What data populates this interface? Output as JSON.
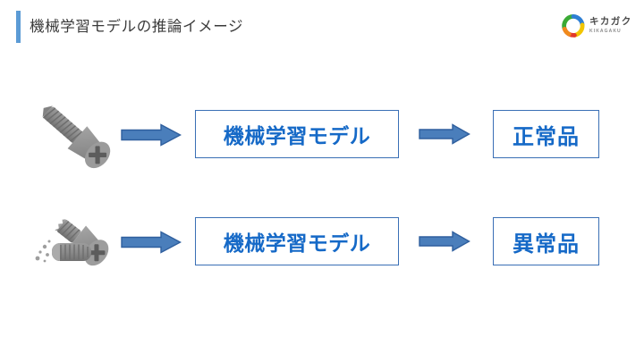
{
  "header": {
    "title": "機械学習モデルの推論イメージ",
    "accent_color": "#5B9BD5",
    "title_color": "#3a3a3a"
  },
  "logo": {
    "name": "kikagaku-logo",
    "text_jp": "キカガク",
    "text_en": "KIKAGAKU",
    "mark_colors": {
      "green": "#3AAA35",
      "blue": "#2E7FD4",
      "red": "#E2372B",
      "orange": "#F08A1D",
      "yellow": "#F2C500"
    }
  },
  "theme": {
    "background": "#ffffff",
    "box_border": "#3A6FB5",
    "box_text": "#1569C7",
    "arrow_fill": "#4A7EBB",
    "arrow_stroke": "#2F5F9E",
    "screw_gray": "#8c8c8c"
  },
  "flow": {
    "rows": [
      {
        "id": "normal",
        "input_icon": "screw-intact-icon",
        "input_alt": "正常なネジ",
        "arrow_in": "arrow-right-icon",
        "model_label": "機械学習モデル",
        "arrow_out": "arrow-right-icon",
        "result_label": "正常品"
      },
      {
        "id": "anomaly",
        "input_icon": "screw-broken-icon",
        "input_alt": "折れたネジ",
        "arrow_in": "arrow-right-icon",
        "model_label": "機械学習モデル",
        "arrow_out": "arrow-right-icon",
        "result_label": "異常品"
      }
    ]
  }
}
